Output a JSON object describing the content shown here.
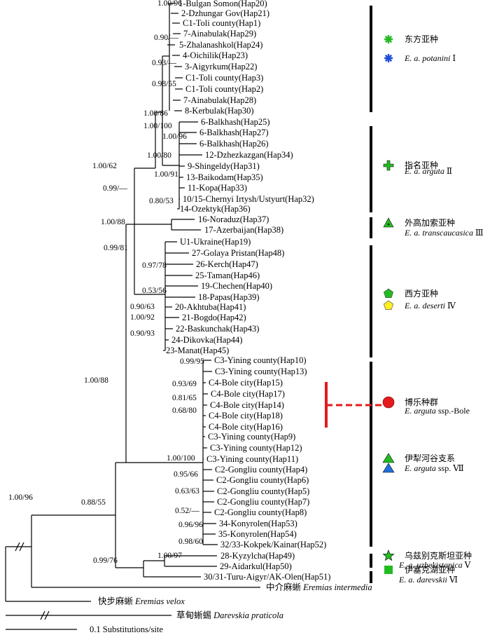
{
  "tips": [
    "1-Bulgan Somon(Hap20)",
    "2-Dzhungar Gov(Hap21)",
    "C1-Toli county(Hap1)",
    "7-Ainabulak(Hap29)",
    "5-Zhalanashkol(Hap24)",
    "4-Oichilik(Hap23)",
    "3-Aigyrkum(Hap22)",
    "C1-Toli county(Hap3)",
    "C1-Toli county(Hap2)",
    "7-Ainabulak(Hap28)",
    "8-Kerbulak(Hap30)",
    "6-Balkhash(Hap25)",
    "6-Balkhash(Hap27)",
    "6-Balkhash(Hap26)",
    "12-Dzhezkazgan(Hap34)",
    "9-Shingeldy(Hap31)",
    "13-Baikodam(Hap35)",
    "11-Kopa(Hap33)",
    "10/15-Chernyi Irtysh/Ustyurt(Hap32)",
    "14-Ozektyk(Hap36)",
    "16-Noraduz(Hap37)",
    "17-Azerbaijan(Hap38)",
    "U1-Ukraine(Hap19)",
    "27-Golaya Pristan(Hap48)",
    "26-Kerch(Hap47)",
    "25-Taman(Hap46)",
    "19-Chechen(Hap40)",
    "18-Papas(Hap39)",
    "20-Akhtuba(Hap41)",
    "21-Bogdo(Hap42)",
    "22-Baskunchak(Hap43)",
    "24-Dikovka(Hap44)",
    "23-Manat(Hap45)",
    "C3-Yining county(Hap10)",
    "C3-Yining county(Hap13)",
    "C4-Bole city(Hap15)",
    "C4-Bole city(Hap17)",
    "C4-Bole city(Hap14)",
    "C4-Bole city(Hap18)",
    "C4-Bole city(Hap16)",
    "C3-Yining county(Hap9)",
    "C3-Yining county(Hap12)",
    "C3-Yining county(Hap11)",
    "C2-Gongliu county(Hap4)",
    "C2-Gongliu county(Hap6)",
    "C2-Gongliu county(Hap5)",
    "C2-Gongliu county(Hap7)",
    "C2-Gongliu county(Hap8)",
    "34-Konyrolen(Hap53)",
    "35-Konyrolen(Hap54)",
    "32/33-Kokpek/Kainar(Hap52)",
    "28-Kyzylcha(Hap49)",
    "29-Aidarkul(Hap50)",
    "30/31-Turu-Aigyr/AK-Olen(Hap51)"
  ],
  "outgroups": [
    {
      "cn": "中介麻蜥",
      "la": "Eremias intermedia"
    },
    {
      "cn": "快步麻蜥",
      "la": "Eremias velox"
    },
    {
      "cn": "草甸蜥蜴",
      "la": "Darevskia praticola"
    }
  ],
  "support": [
    "1.00/96",
    "0.90/—",
    "0.93/—",
    "0.98/55",
    "1.00/86",
    "1.00/100",
    "1.00/96",
    "1.00/80",
    "1.00/62",
    "1.00/91",
    "0.99/—",
    "0.80/53",
    "1.00/88",
    "0.99/81",
    "0.97/78",
    "0.53/56",
    "0.90/63",
    "1.00/92",
    "0.90/93",
    "1.00/88",
    "0.99/95",
    "0.93/69",
    "0.81/65",
    "0.68/80",
    "1.00/100",
    "0.95/66",
    "0.63/63",
    "0.52/—",
    "0.96/96",
    "0.98/60",
    "0.88/55",
    "1.00/97",
    "0.99/76",
    "1.00/96"
  ],
  "groups": [
    {
      "cn": "东方亚种",
      "la": "E. a. potanini",
      "num": "Ⅰ",
      "colors": [
        "#22bb22",
        "#1f4fd8"
      ]
    },
    {
      "cn": "指名亚种",
      "la": "E. a. arguta",
      "num": "Ⅱ",
      "colors": [
        "#22bb22"
      ]
    },
    {
      "cn": "外高加索亚种",
      "la": "E. a. transcaucasica",
      "num": "Ⅲ",
      "colors": [
        "#22bb22"
      ]
    },
    {
      "cn": "西方亚种",
      "la": "E. a. deserti",
      "num": "Ⅳ",
      "colors": [
        "#22bb22",
        "#ffee22"
      ]
    },
    {
      "cn": "博乐种群",
      "la": "E. arguta",
      "suffix": "ssp.-Bole",
      "num": "",
      "colors": [
        "#e41a1c"
      ]
    },
    {
      "cn": "伊犁河谷支系",
      "la": "E. arguta",
      "suffix": "ssp.",
      "num": "Ⅶ",
      "colors": [
        "#22bb22",
        "#1f6fd8"
      ]
    },
    {
      "cn": "乌兹别克斯坦亚种",
      "la": "E. a. uzbekistanica",
      "num": "Ⅴ",
      "colors": [
        "#22bb22"
      ]
    },
    {
      "cn": "伊塞克湖亚种",
      "la": "E. a. darevskii",
      "num": "Ⅵ",
      "colors": [
        "#22bb22"
      ]
    }
  ],
  "scale": {
    "label": "0.1 Substitutions/site"
  }
}
